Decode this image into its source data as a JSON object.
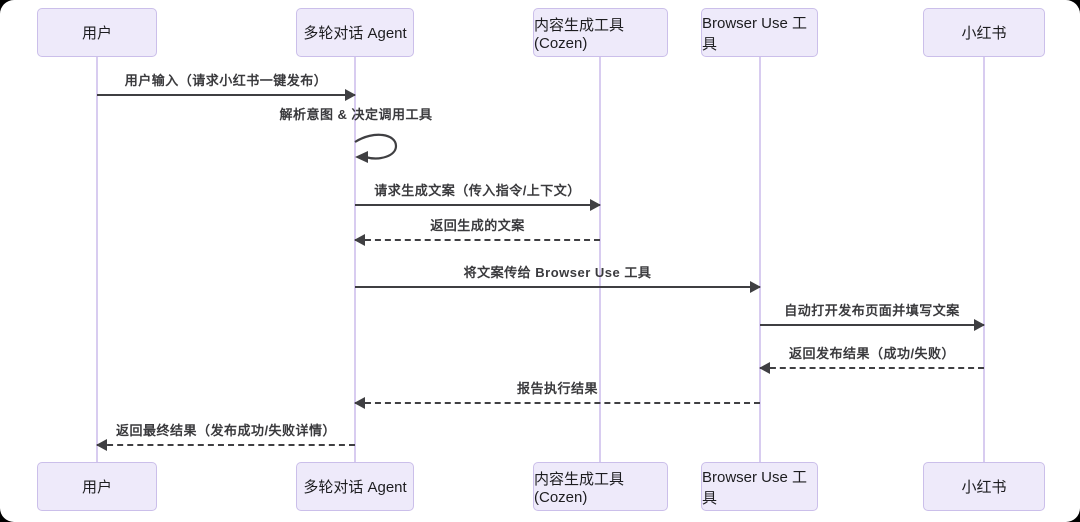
{
  "diagram": {
    "type": "sequence",
    "participants": [
      {
        "id": "user",
        "label": "用户"
      },
      {
        "id": "agent",
        "label": "多轮对话 Agent"
      },
      {
        "id": "cozen",
        "label": "内容生成工具(Cozen)"
      },
      {
        "id": "browser",
        "label": "Browser Use 工具"
      },
      {
        "id": "xhs",
        "label": "小红书"
      }
    ],
    "messages": [
      {
        "from": "user",
        "to": "agent",
        "style": "solid",
        "label": "用户输入（请求小红书一键发布）"
      },
      {
        "from": "agent",
        "to": "agent",
        "style": "self",
        "label": "解析意图 & 决定调用工具"
      },
      {
        "from": "agent",
        "to": "cozen",
        "style": "solid",
        "label": "请求生成文案（传入指令/上下文）"
      },
      {
        "from": "cozen",
        "to": "agent",
        "style": "dashed",
        "label": "返回生成的文案"
      },
      {
        "from": "agent",
        "to": "browser",
        "style": "solid",
        "label": "将文案传给 Browser Use 工具"
      },
      {
        "from": "browser",
        "to": "xhs",
        "style": "solid",
        "label": "自动打开发布页面并填写文案"
      },
      {
        "from": "xhs",
        "to": "browser",
        "style": "dashed",
        "label": "返回发布结果（成功/失败）"
      },
      {
        "from": "browser",
        "to": "agent",
        "style": "dashed",
        "label": "报告执行结果"
      },
      {
        "from": "agent",
        "to": "user",
        "style": "dashed",
        "label": "返回最终结果（发布成功/失败详情）"
      }
    ],
    "colors": {
      "background": "#ffffff",
      "box_fill": "#eeeafa",
      "box_border": "#cbbfea",
      "lifeline": "#d8ccf0",
      "arrow": "#3f3f42",
      "text": "#3a3a3d"
    }
  }
}
